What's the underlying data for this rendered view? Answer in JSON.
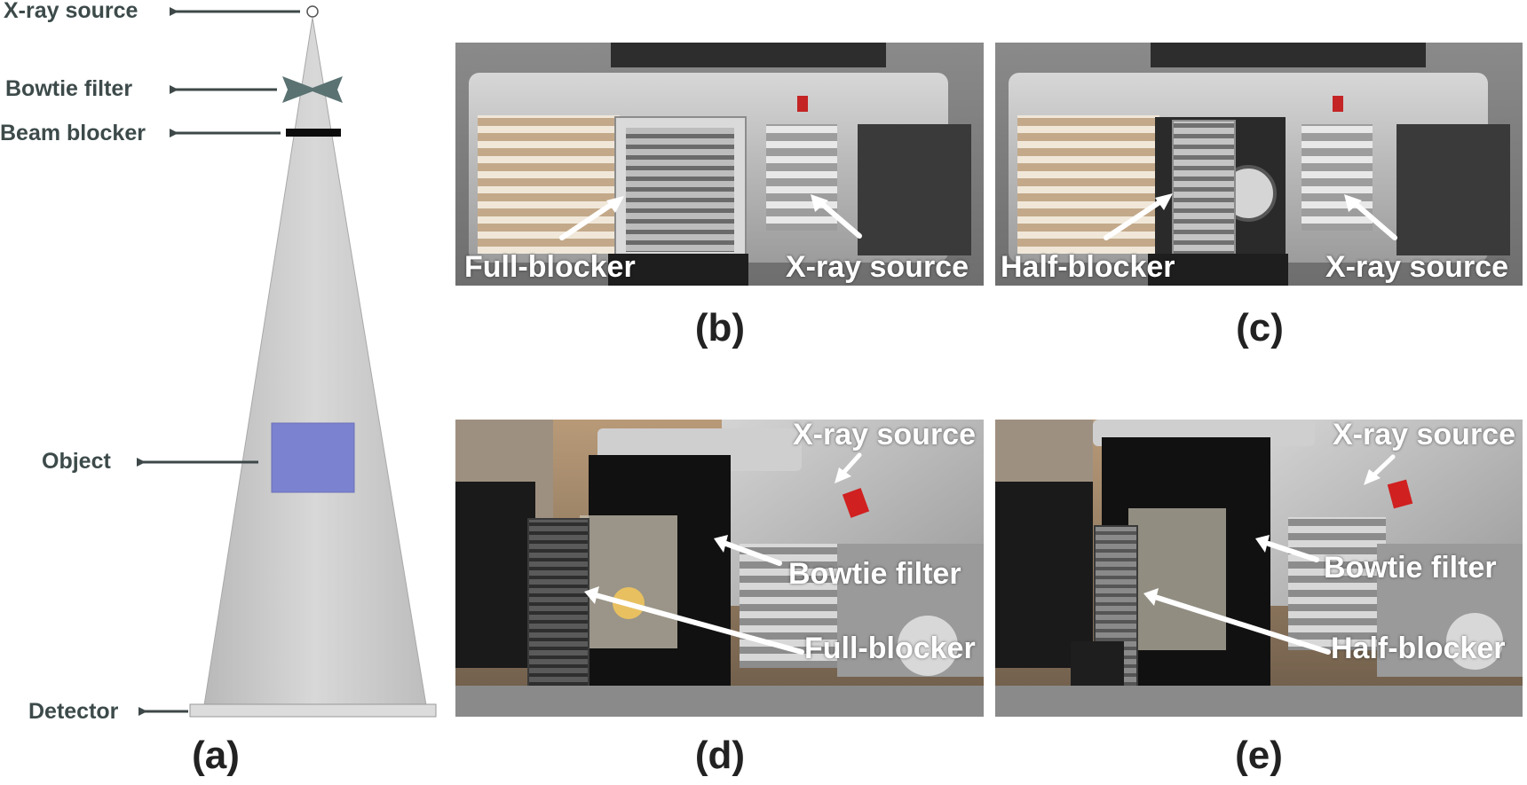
{
  "schematic": {
    "labels": {
      "source": "X-ray source",
      "bowtie": "Bowtie filter",
      "blocker": "Beam blocker",
      "object": "Object",
      "detector": "Detector"
    },
    "colors": {
      "cone": "#c9c9c9",
      "object": "#7b82d0",
      "bowtie": "#5b7272",
      "blocker": "#0d0d0d",
      "arrow": "#3e4848",
      "text": "#3d4a4a",
      "detector": "#dcdcdc"
    }
  },
  "panels": {
    "a": "(a)",
    "b": "(b)",
    "c": "(c)",
    "d": "(d)",
    "e": "(e)"
  },
  "photos": {
    "b": {
      "left_label": "Full-blocker",
      "right_label": "X-ray source"
    },
    "c": {
      "left_label": "Half-blocker",
      "right_label": "X-ray source"
    },
    "d": {
      "top_label": "X-ray source",
      "mid_label": "Bowtie filter",
      "bottom_label": "Full-blocker"
    },
    "e": {
      "top_label": "X-ray source",
      "mid_label": "Bowtie filter",
      "bottom_label": "Half-blocker"
    }
  }
}
